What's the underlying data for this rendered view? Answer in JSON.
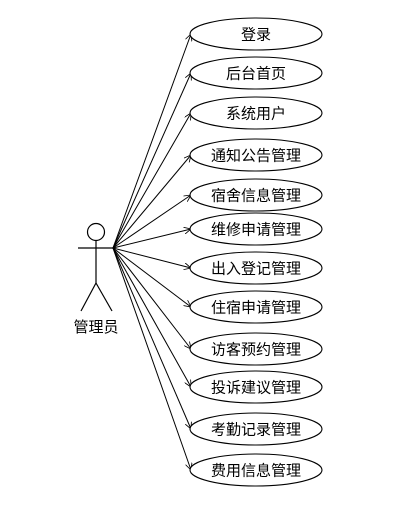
{
  "diagram": {
    "actor": {
      "label": "管理员"
    },
    "use_cases": [
      {
        "label": "登录"
      },
      {
        "label": "后台首页"
      },
      {
        "label": "系统用户"
      },
      {
        "label": "通知公告管理"
      },
      {
        "label": "宿舍信息管理"
      },
      {
        "label": "维修申请管理"
      },
      {
        "label": "出入登记管理"
      },
      {
        "label": "住宿申请管理"
      },
      {
        "label": "访客预约管理"
      },
      {
        "label": "投诉建议管理"
      },
      {
        "label": "考勤记录管理"
      },
      {
        "label": "费用信息管理"
      }
    ]
  }
}
